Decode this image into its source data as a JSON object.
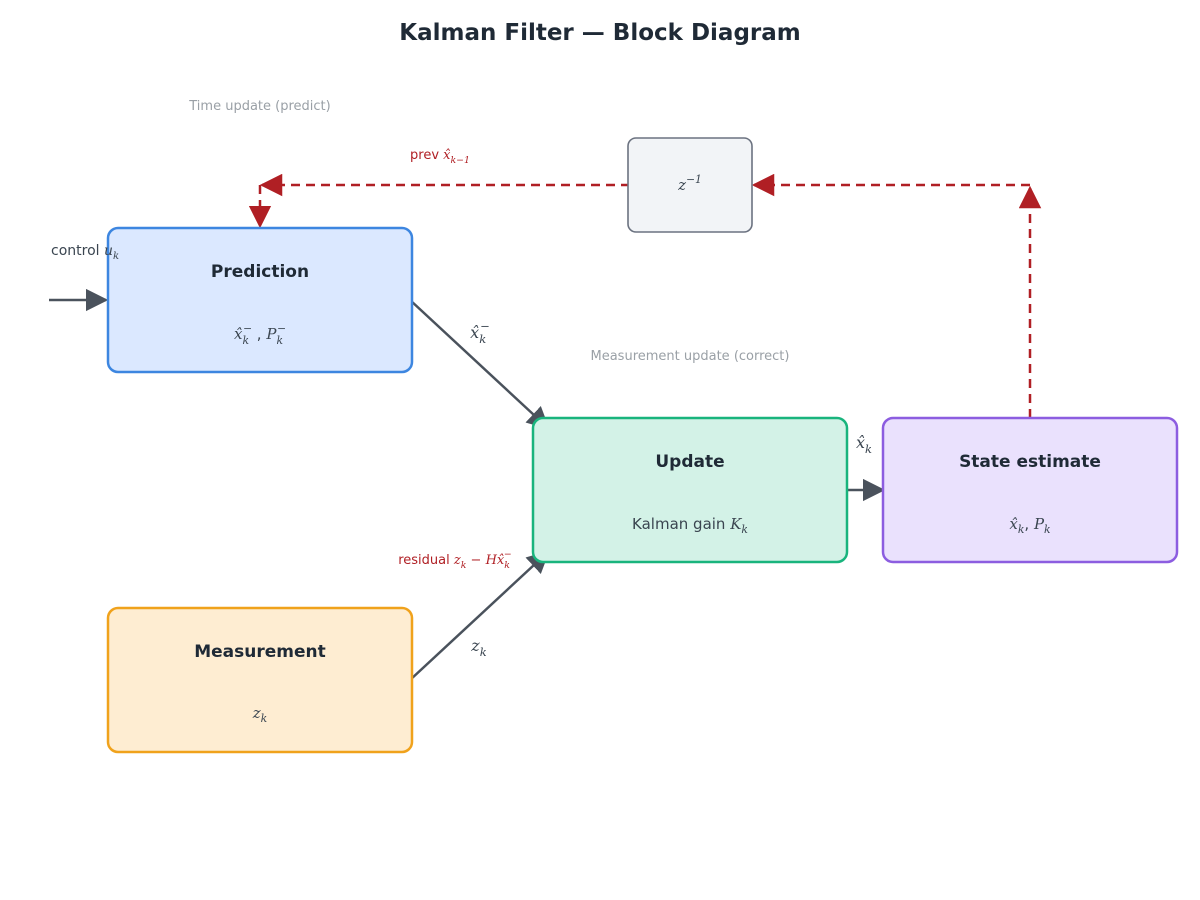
{
  "title": "Kalman Filter — Block Diagram",
  "sections": {
    "time_update": "Time update (predict)",
    "measurement_update": "Measurement update (correct)"
  },
  "nodes": {
    "prediction": {
      "title": "Prediction",
      "body_a": "x̂",
      "body_a_sub": "k",
      "body_a_sup": "−",
      "body_sep": " , ",
      "body_b": "P",
      "body_b_sub": "k",
      "body_b_sup": "−"
    },
    "measurement": {
      "title": "Measurement",
      "body": "z",
      "body_sub": "k"
    },
    "update": {
      "title": "Update",
      "body_prefix": "Kalman gain ",
      "body_var": "K",
      "body_sub": "k"
    },
    "state": {
      "title": "State estimate",
      "body_a": "x̂",
      "body_a_sub": "k",
      "body_sep": ", ",
      "body_b": "P",
      "body_b_sub": "k"
    },
    "delay": {
      "label": "z",
      "label_sup": "−1"
    }
  },
  "edges": {
    "control": {
      "prefix": "control ",
      "var": "u",
      "sub": "k"
    },
    "prior": {
      "var": "x̂",
      "sub": "k",
      "sup": "−"
    },
    "meas": {
      "var": "z",
      "sub": "k"
    },
    "posterior": {
      "var": "x̂",
      "sub": "k"
    },
    "prev": {
      "prefix": "prev ",
      "var": "x̂",
      "sub": "k−1"
    },
    "residual": {
      "prefix": "residual ",
      "expr_a": "z",
      "expr_a_sub": "k",
      "expr_mid": " − H",
      "expr_b": "x̂",
      "expr_b_sub": "k",
      "expr_b_sup": "−"
    }
  },
  "colors": {
    "prediction_fill": "#dbe8ff",
    "prediction_stroke": "#3d86e0",
    "measurement_fill": "#feedd2",
    "measurement_stroke": "#f0a21c",
    "update_fill": "#d3f2e7",
    "update_stroke": "#19b47d",
    "state_fill": "#eae1fd",
    "state_stroke": "#8c5de0",
    "delay_fill": "#f2f4f7",
    "delay_stroke": "#6b7280",
    "arrow": "#4a525c",
    "feedback": "#b01f24"
  }
}
